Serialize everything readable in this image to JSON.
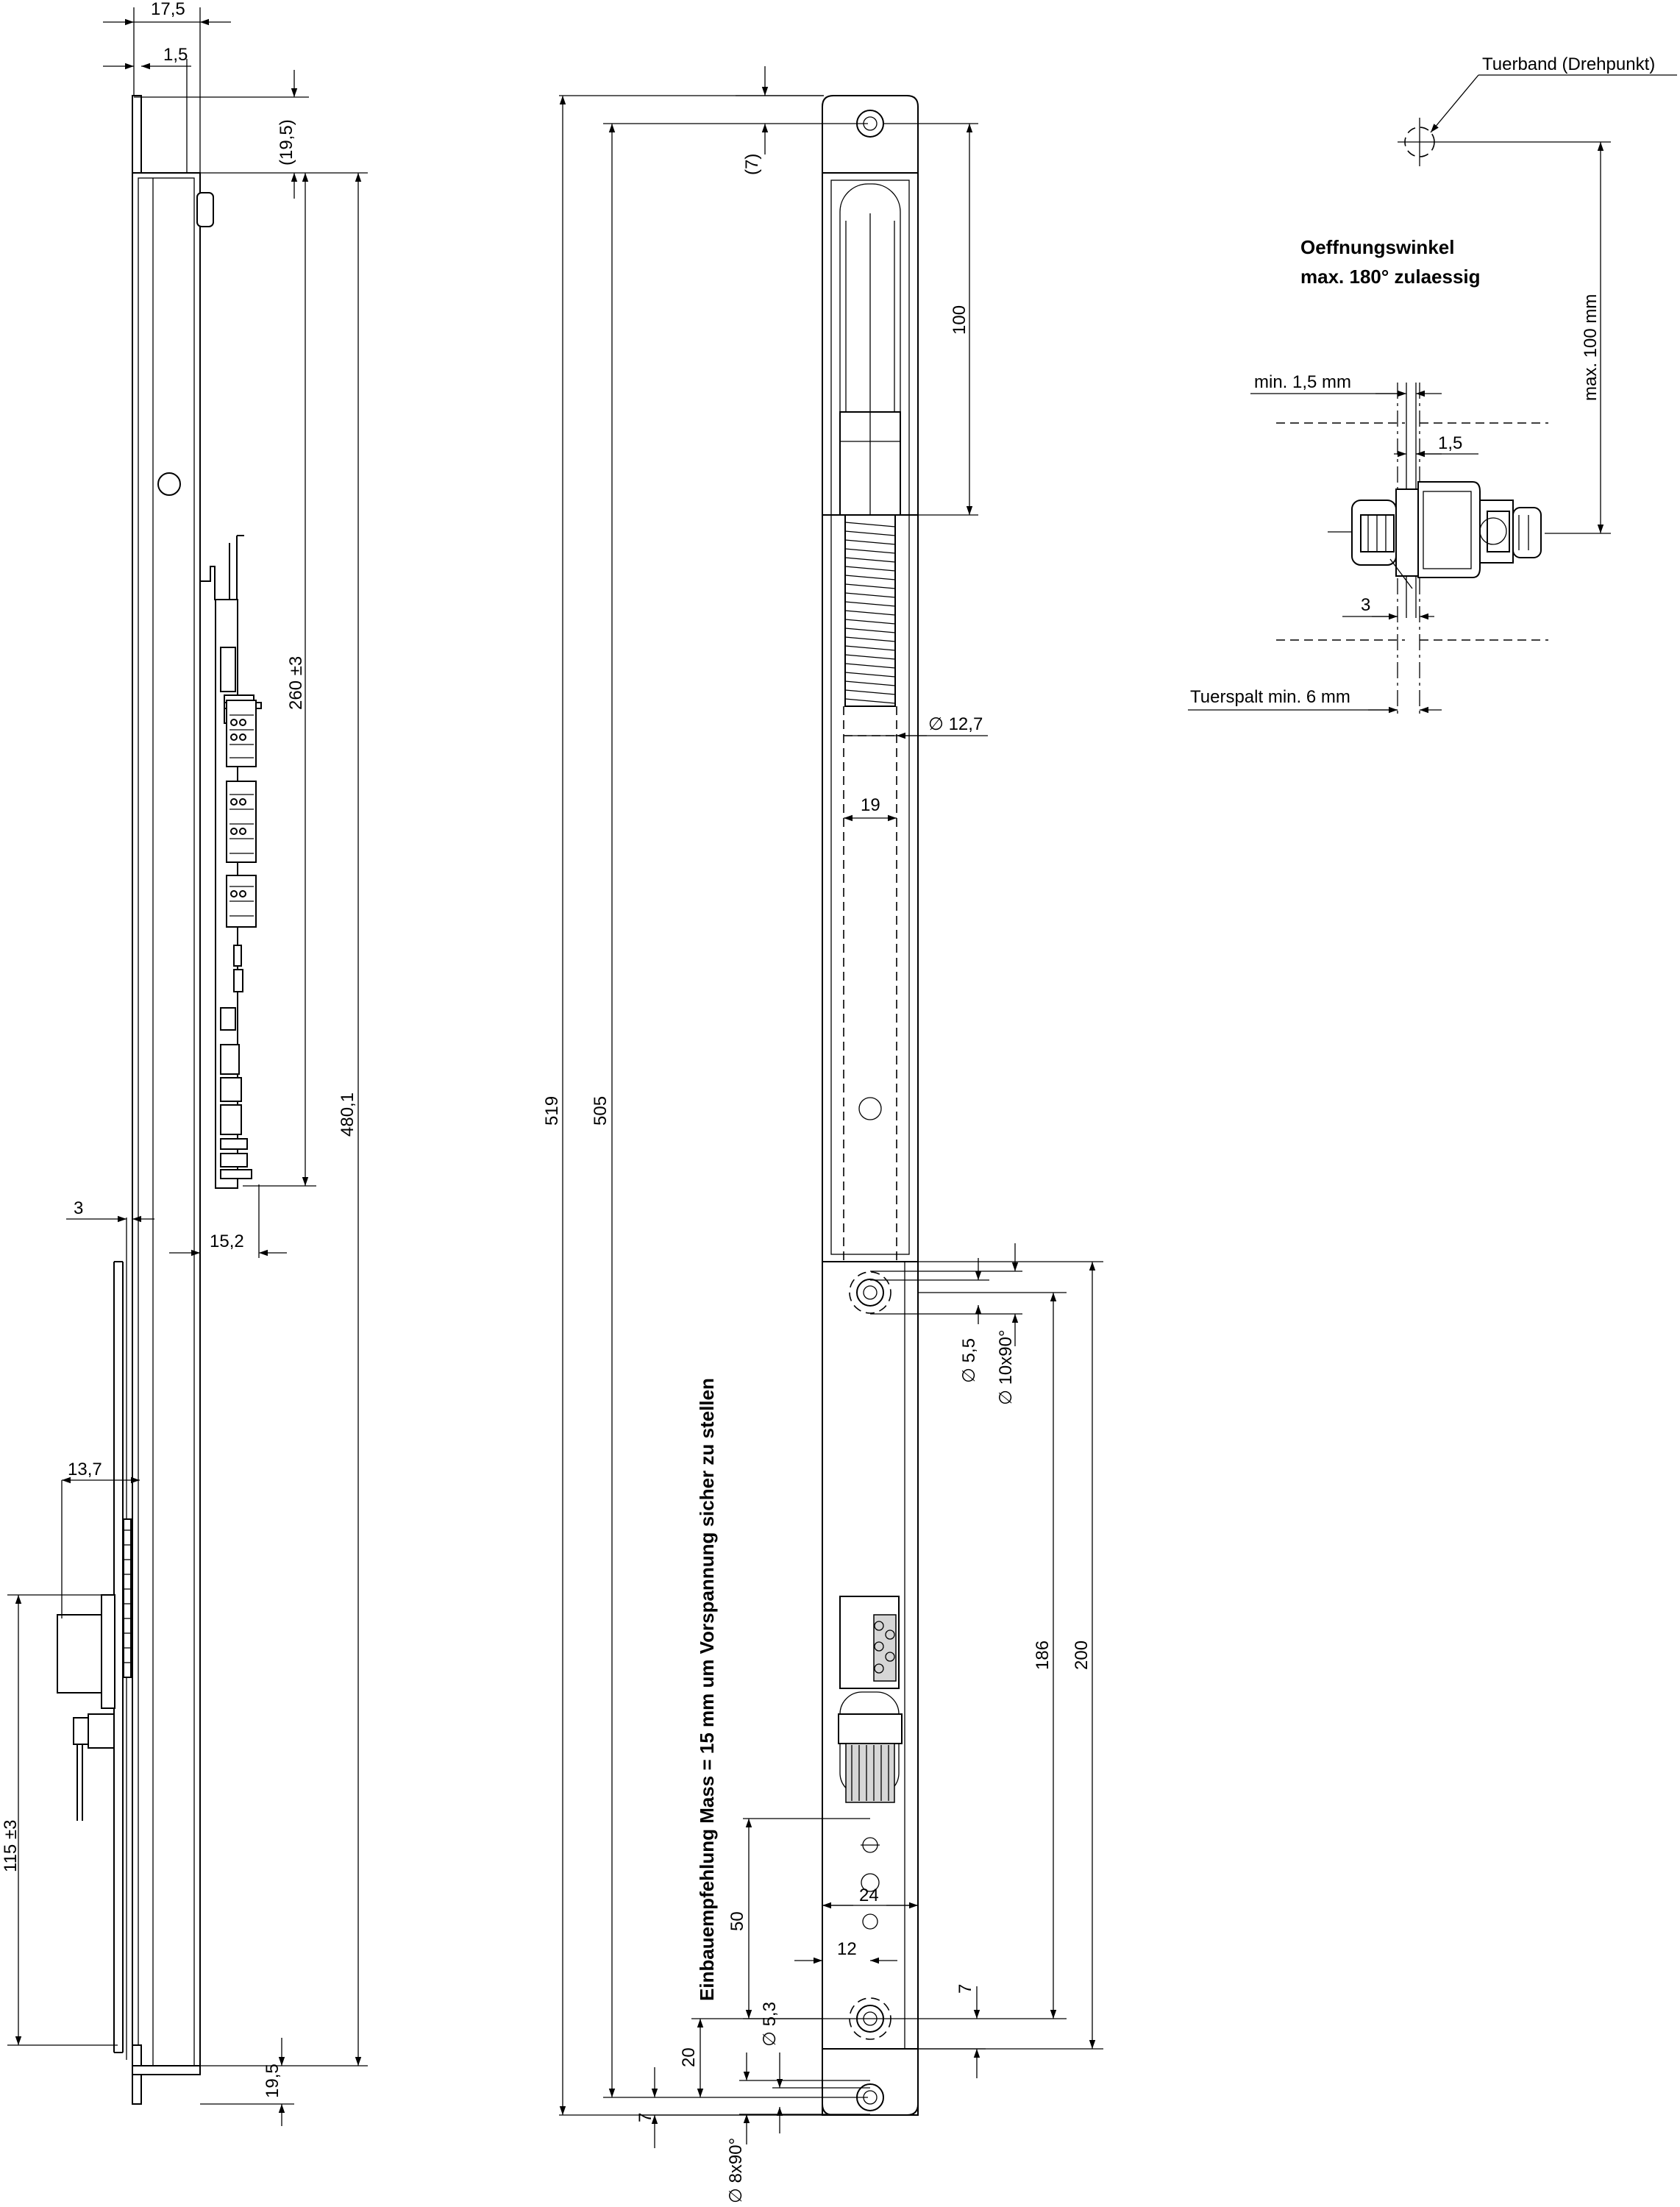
{
  "side_view": {
    "dims": {
      "w17_5": "17,5",
      "w1_5": "1,5",
      "h19_5_top": "(19,5)",
      "h260": "260 ±3",
      "h480_1": "480,1",
      "w3": "3",
      "w15_2": "15,2",
      "w13_7": "13,7",
      "h115": "115 ±3",
      "h19_5_bottom": "19,5"
    }
  },
  "front_view": {
    "dims": {
      "h519": "519",
      "h505": "505",
      "h7_top": "(7)",
      "h100": "100",
      "d12_7": "∅ 12,7",
      "w19": "19",
      "d5_5": "∅ 5,5",
      "d10x90": "∅ 10x90°",
      "h186": "186",
      "h200": "200",
      "h50": "50",
      "w24": "24",
      "w12": "12",
      "h7_mid": "7",
      "h20": "20",
      "d5_3": "∅ 5,3",
      "h7_bottom": "7",
      "d8x90": "∅ 8x90°"
    },
    "note": "Einbauempfehlung Mass = 15 mm um Vorspannung sicher zu stellen"
  },
  "detail_view": {
    "hinge_label": "Tuerband (Drehpunkt)",
    "title_line1": "Oeffnungswinkel",
    "title_line2": "max. 180° zulaessig",
    "dims": {
      "max100": "max. 100 mm",
      "min1_5": "min. 1,5 mm",
      "w1_5": "1,5",
      "w3": "3",
      "gap": "Tuerspalt min. 6 mm"
    }
  }
}
